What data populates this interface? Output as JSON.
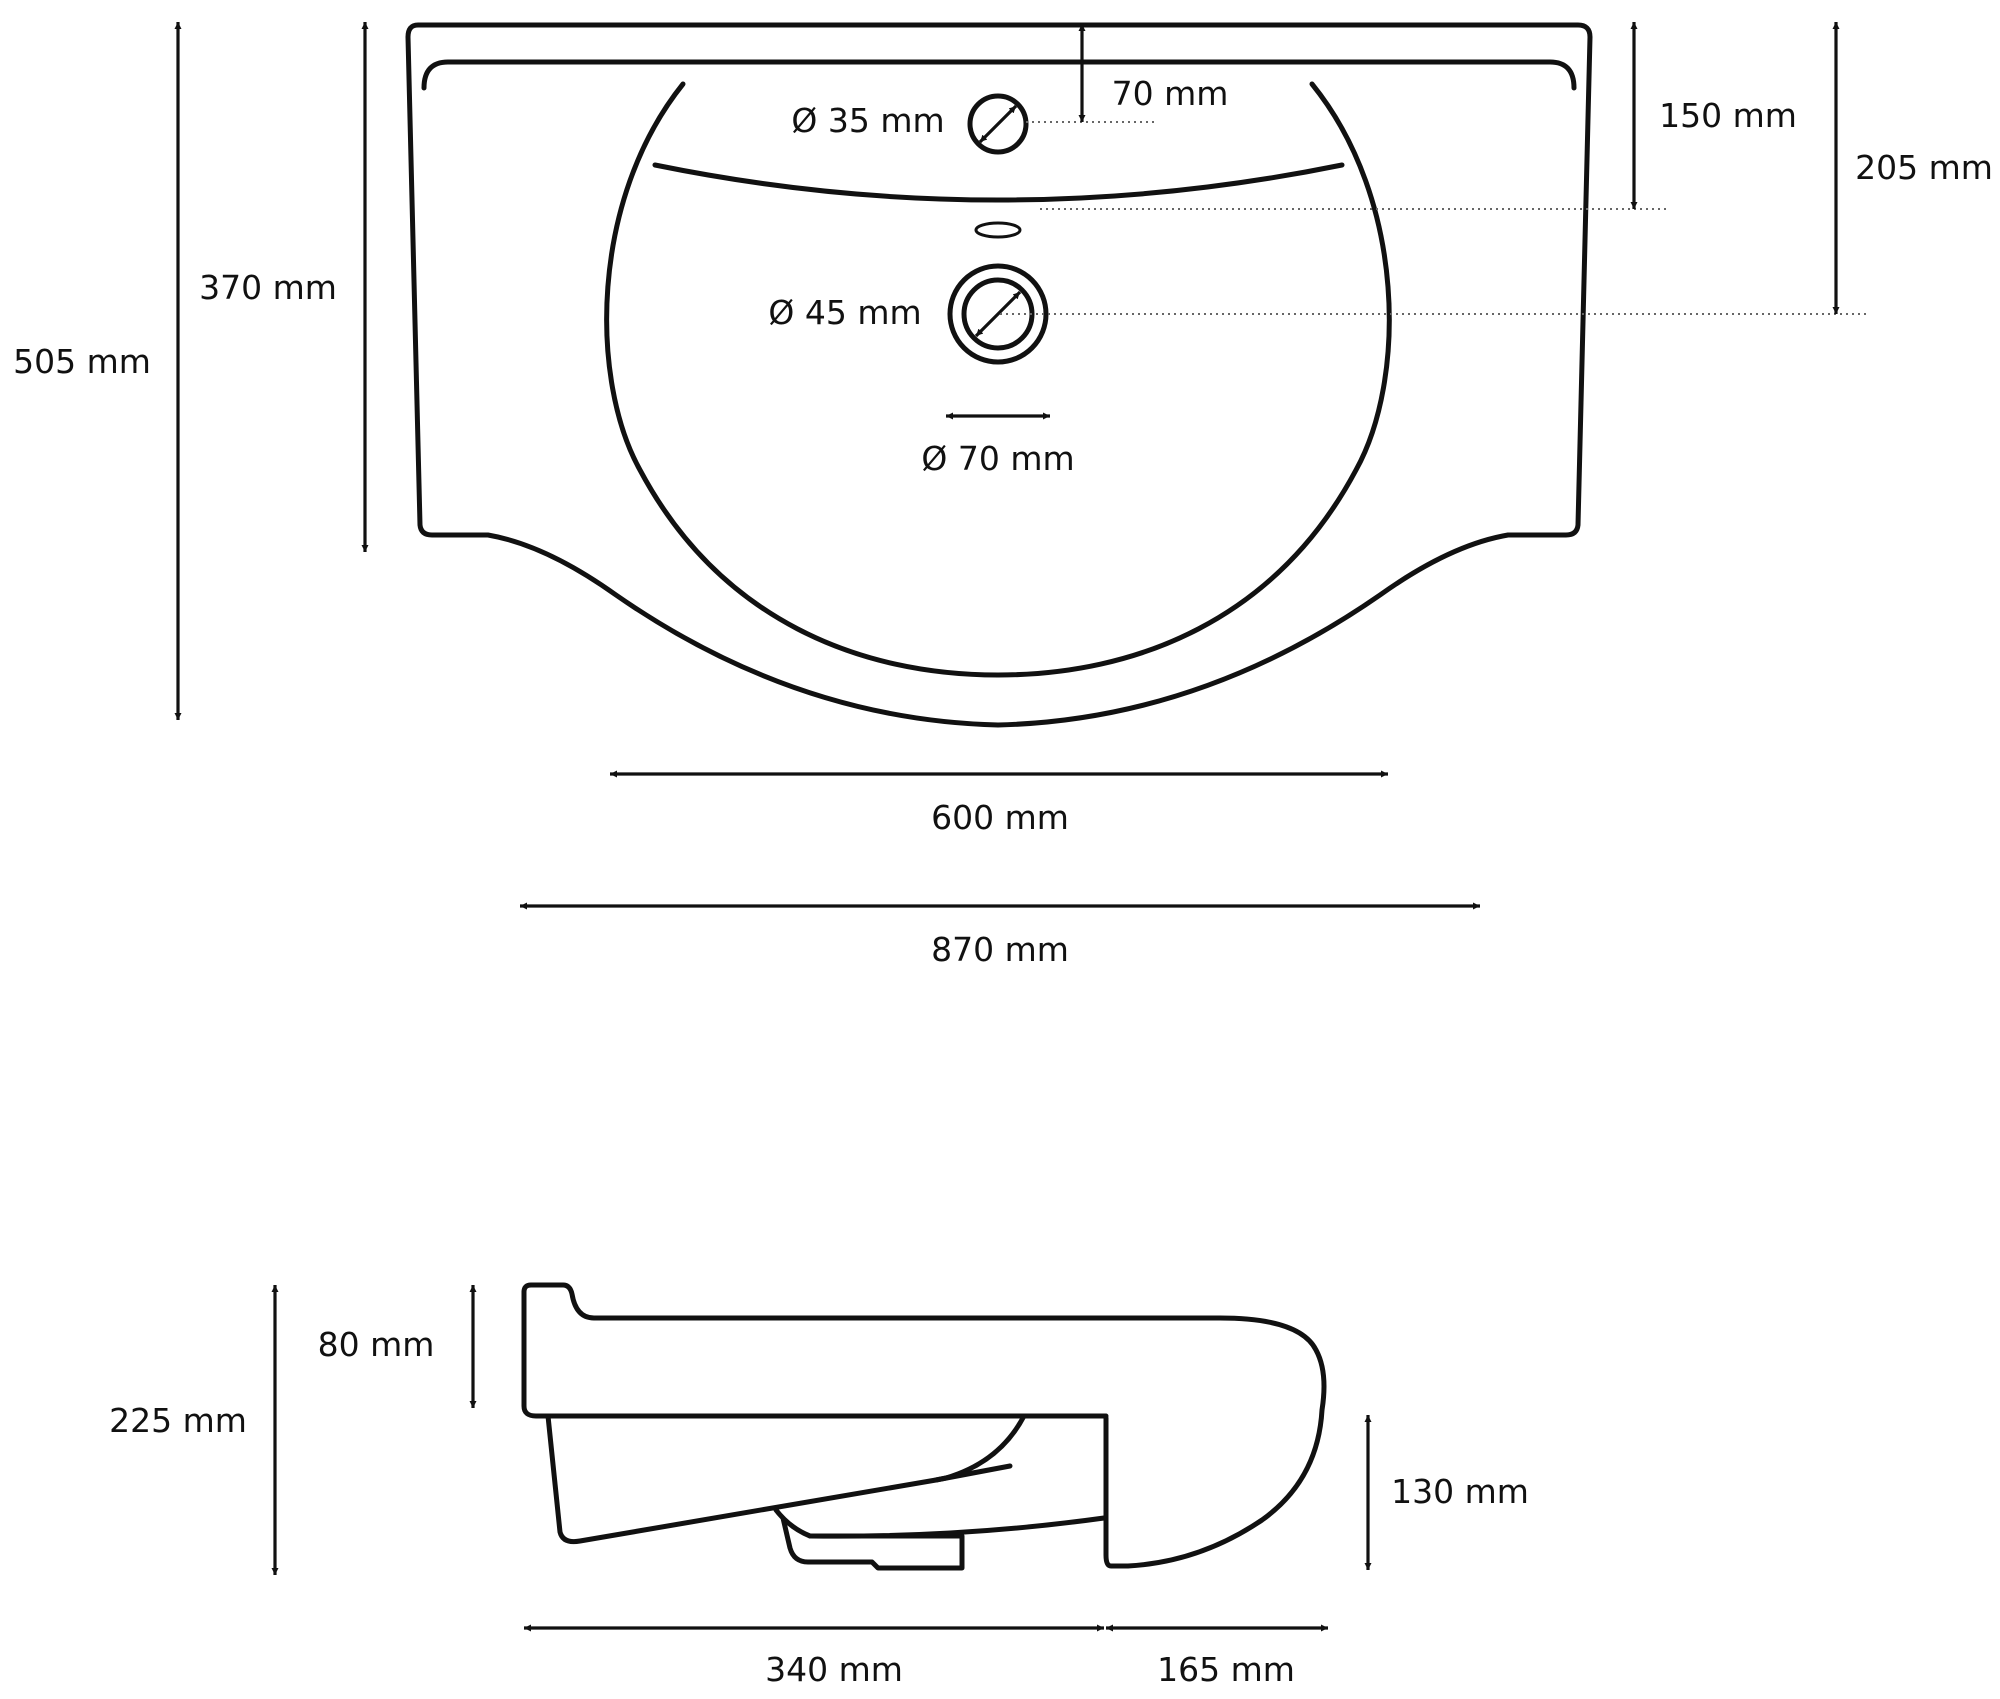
{
  "colors": {
    "line": "#111111",
    "leader": "#666666",
    "background": "#ffffff"
  },
  "top_view": {
    "overall_depth": "505 mm",
    "bowl_depth": "370 mm",
    "rim_to_tap_hole": "70 mm",
    "tap_hole_diameter": "Ø 35 mm",
    "back_to_overflow": "150 mm",
    "back_to_drain": "205 mm",
    "drain_diameter": "Ø 45 mm",
    "drain_outer_diameter": "Ø 70 mm",
    "bowl_width": "600 mm",
    "overall_width": "870 mm"
  },
  "side_view": {
    "overall_height": "225 mm",
    "rim_height": "80 mm",
    "front_height": "130 mm",
    "bowl_length": "340 mm",
    "front_overhang": "165 mm"
  }
}
